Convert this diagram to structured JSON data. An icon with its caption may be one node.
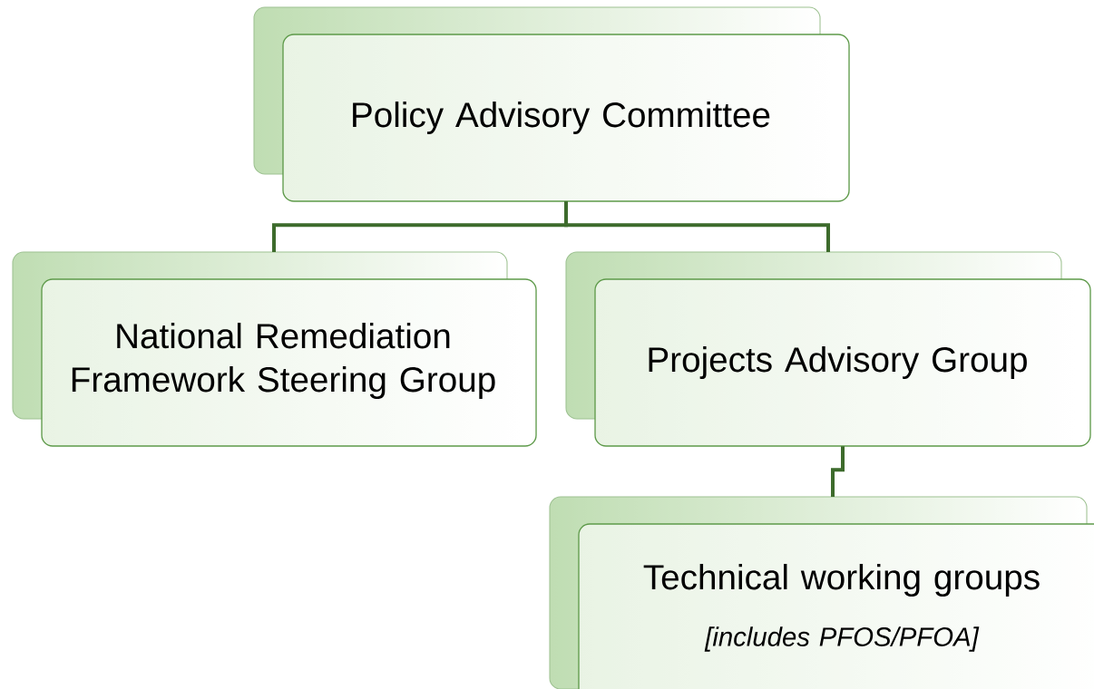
{
  "diagram": {
    "nodes": [
      {
        "text": [
          "Policy Advisory Committee"
        ]
      },
      {
        "text": [
          "National Remediation Framework Steering Group"
        ]
      },
      {
        "text": [
          "Projects Advisory Group"
        ]
      },
      {
        "text": [
          "Technical working groups",
          "[includes PFOS/PFOA]"
        ]
      }
    ],
    "edges": [
      {
        "from": 0,
        "to": 1,
        "arrow": "none"
      },
      {
        "from": 0,
        "to": 2,
        "arrow": "none"
      },
      {
        "from": 2,
        "to": 3,
        "arrow": "none"
      }
    ]
  }
}
